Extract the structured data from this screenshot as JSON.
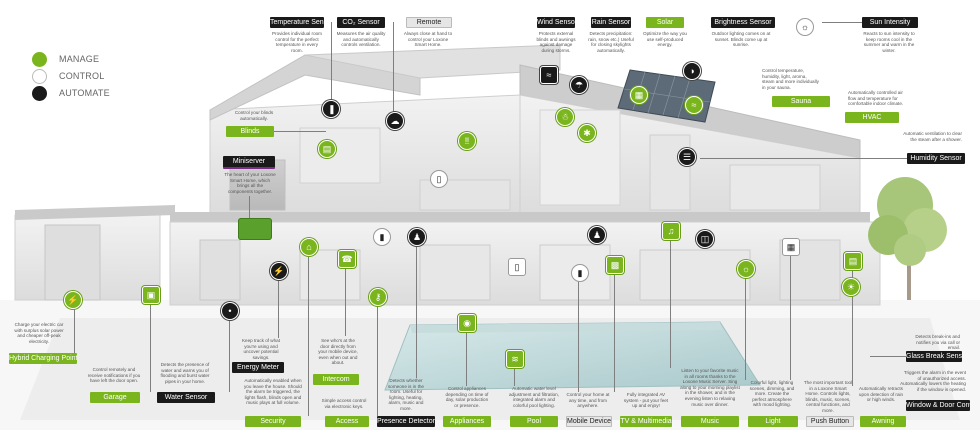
{
  "legend": [
    {
      "label": "MANAGE",
      "color": "#7ab51d",
      "border": "#7ab51d"
    },
    {
      "label": "CONTROL",
      "color": "#ffffff",
      "border": "#bbbbbb"
    },
    {
      "label": "AUTOMATE",
      "color": "#1a1a1a",
      "border": "#1a1a1a"
    }
  ],
  "colors": {
    "green": "#7ab51d",
    "black": "#1a1a1a",
    "white": "#e6e6e6"
  },
  "labels": {
    "temperature_sensor": "Temperature Sensor",
    "co2_sensor": "CO₂ Sensor",
    "remote": "Remote",
    "wind_sensor": "Wind Sensor",
    "rain_sensor": "Rain Sensor",
    "solar": "Solar",
    "brightness_sensor": "Brightness Sensor",
    "sun_intensity": "Sun Intensity",
    "sauna": "Sauna",
    "hvac": "HVAC",
    "humidity_sensor": "Humidity Sensor",
    "blinds": "Blinds",
    "miniserver": "Miniserver",
    "hybrid_charging_point": "Hybrid Charging Point",
    "garage": "Garage",
    "water_sensor": "Water Sensor",
    "energy_meter": "Energy Meter",
    "security": "Security",
    "intercom": "Intercom",
    "access": "Access",
    "presence_detector": "Presence Detector",
    "appliances": "Appliances",
    "pool": "Pool",
    "mobile_device": "Mobile Device",
    "tv_multimedia": "TV & Multimedia",
    "music": "Music",
    "light": "Light",
    "push_button": "Push Button",
    "awning": "Awning",
    "glass_break_sensor": "Glass Break Sensor",
    "window_door_contact": "Window & Door Contact"
  },
  "descriptions": {
    "temperature_sensor": "Provides individual room control for the perfect temperature in every room.",
    "co2_sensor": "Measures the air quality and automatically controls ventilation.",
    "remote": "Always close at hand to control your Loxone Smart Home.",
    "wind_sensor": "Protects external blinds and awnings against damage during storms.",
    "rain_sensor": "Detects precipitation: rain, snow etc.) Useful for closing skylights automatically.",
    "solar": "Optimize the way you use self-produced energy.",
    "brightness_sensor": "Outdoor lighting comes on at sunset. Blinds come up at sunrise.",
    "sun_intensity": "Reacts to sun intensity to keep rooms cool in the summer and warm in the winter.",
    "sauna": "Control temperature, humidity, light, aroma, steam and more individually in your sauna.",
    "hvac": "Automatically controlled air flow and temperature for comfortable indoor climate.",
    "humidity_sensor": "Automatic ventilation to clear the steam after a shower.",
    "blinds": "Control your blinds automatically.",
    "miniserver": "The heart of your Loxone Smart Home, which brings all the components together.",
    "hybrid_charging_point": "Charge your electric car with surplus solar power and cheaper off-peak electricity.",
    "garage": "Control remotely and receive notifications if you have left the door open.",
    "water_sensor": "Detects the presence of water and warns you of flooding and burst water pipes in your home.",
    "energy_meter": "Keep track of what you're using and uncover potential savings.",
    "security": "Automatically enabled when you leave the house. Should the alarm be triggered, the lights flash, blinds open and music plays at full volume.",
    "intercom": "See who's at the door directly from your mobile device, even when out and about.",
    "access": "Simple access control via electronic keys.",
    "presence_detector": "Detects whether someone is in the room. Useful for lighting, heating, alarm, music and more.",
    "appliances": "Control appliances depending on time of day, solar production or presence.",
    "pool": "Automatic water level adjustment and filtration, integrated alarm and colorful pool lighting.",
    "mobile_device": "Control your home at any time, and from anywhere.",
    "tv_multimedia": "Fully integrated AV system - put your feet up and enjoy!",
    "music": "Listen to your favorite music in all rooms thanks to the Loxone Music Server. Sing along to your morning playlist in the shower, and in the evening listen to relaxing music over dinner.",
    "light": "Colorful light, lighting scenes, dimming, and more. Create the perfect atmosphere with mood lighting.",
    "push_button": "The most important tool in a Loxone Smart Home. Controls lights, blinds, music, scenes, central functions, and more.",
    "awning": "Automatically retracts upon detection of rain or high winds.",
    "glass_break_sensor": "Detects break-ins and notifies you via call or email.",
    "window_door_contact": "Triggers the alarm in the event of unauthorized access. Automatically lowers the heating if the window is opened."
  },
  "icons": [
    "thermometer-icon",
    "co2-icon",
    "remote-icon",
    "wind-icon",
    "rain-icon",
    "solar-icon",
    "brightness-icon",
    "sun-icon",
    "sauna-icon",
    "hvac-icon",
    "humidity-icon",
    "blinds-icon",
    "miniserver-icon",
    "ev-charger-icon",
    "garage-icon",
    "water-drop-icon",
    "energy-meter-icon",
    "shield-icon",
    "intercom-icon",
    "key-icon",
    "presence-icon",
    "appliance-icon",
    "pool-icon",
    "mobile-icon",
    "tv-icon",
    "music-icon",
    "light-icon",
    "push-button-icon",
    "awning-icon",
    "glass-break-icon",
    "door-contact-icon"
  ]
}
